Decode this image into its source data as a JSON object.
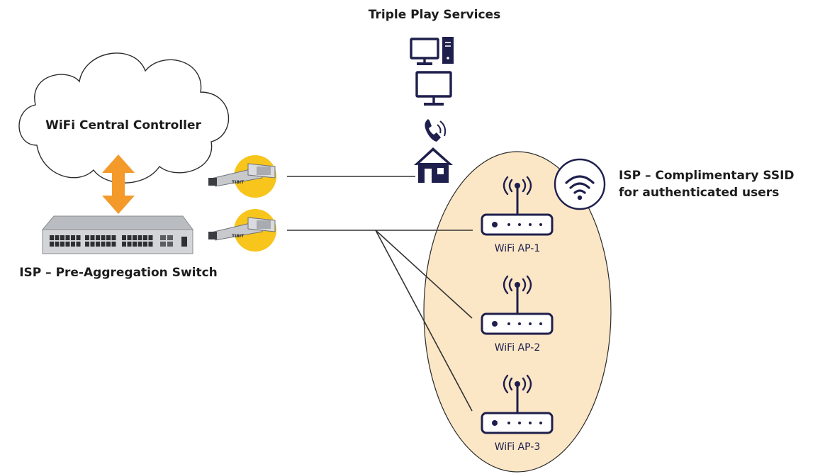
{
  "diagram": {
    "top_title": "Triple Play Services",
    "cloud_label": "WiFi Central Controller",
    "switch_label": "ISP – Pre-Aggregation Switch",
    "ssid_label_line1": "ISP – Complimentary SSID",
    "ssid_label_line2": "for authenticated users",
    "sfp_brand": "TIBIT",
    "access_points": [
      {
        "label": "WiFi AP-1"
      },
      {
        "label": "WiFi AP-2"
      },
      {
        "label": "WiFi AP-3"
      }
    ],
    "triple_play_icons": [
      "desktop-tower-icon",
      "monitor-icon",
      "phone-icon",
      "house-icon"
    ],
    "colors": {
      "navy": "#1f1f4d",
      "orange": "#f39a2b",
      "yellow": "#f7c51b",
      "wifi_zone_fill": "#fbe7c6",
      "line": "#333333"
    }
  }
}
